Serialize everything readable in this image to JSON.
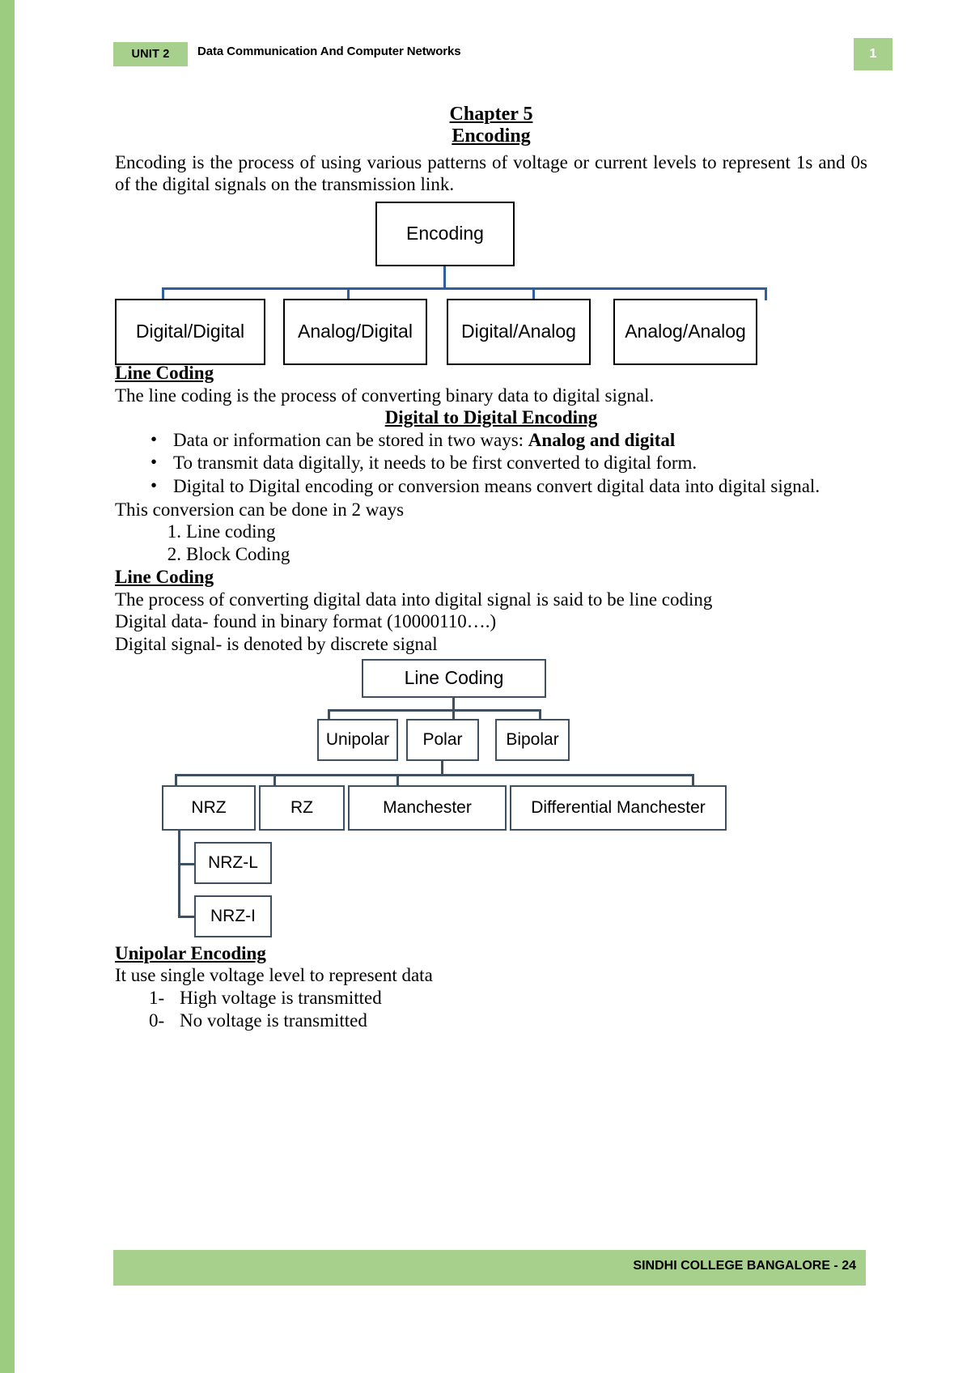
{
  "header": {
    "unit_badge": "UNIT 2",
    "title": "Data Communication And Computer Networks",
    "page_badge": "1"
  },
  "footer": {
    "text": "SINDHI COLLEGE BANGALORE - 24"
  },
  "colors": {
    "accent_green": "#a8d08d",
    "rail_green": "#9ccc7f",
    "connector_blue": "#2e5f9e",
    "connector_navy": "#3f5063",
    "box_border_black": "#000000"
  },
  "body": {
    "chapter_title": "Chapter 5",
    "chapter_subtitle": "Encoding",
    "intro_paragraph": "Encoding is the process of using various patterns of voltage or current levels to represent 1s and 0s of the digital signals on the transmission link.",
    "line_coding_heading_1": "Line Coding",
    "line_coding_text_1": "The line coding is the process of converting binary data to digital signal.",
    "digital_to_digital_heading": "Digital to Digital Encoding",
    "bullets": [
      {
        "text": "Data or information can be stored in two ways: ",
        "bold_tail": "Analog and digital"
      },
      {
        "text": "To transmit data digitally, it needs to be first converted to digital form.",
        "bold_tail": ""
      },
      {
        "text": "Digital to Digital encoding or conversion means convert digital data into digital signal.",
        "bold_tail": ""
      }
    ],
    "conversion_lead": "This conversion can be done in 2 ways",
    "numbered_items": [
      "Line coding",
      "Block Coding"
    ],
    "line_coding_heading_2": "Line Coding",
    "line_coding_text_2": " The process of converting digital data into digital signal is said to be line coding",
    "digital_data_text": "Digital data- found in binary format (10000110….)",
    "digital_signal_text": "Digital signal- is denoted by discrete signal",
    "unipolar_heading": "Unipolar Encoding",
    "unipolar_text": "It use single voltage level to represent data",
    "unipolar_items": [
      {
        "marker": "1-",
        "text": "High voltage is transmitted"
      },
      {
        "marker": "0-",
        "text": "No voltage is transmitted"
      }
    ]
  },
  "diagram_encoding": {
    "root": "Encoding",
    "leaves": [
      "Digital/Digital",
      "Analog/Digital",
      "Digital/Analog",
      "Analog/Analog"
    ]
  },
  "diagram_line_coding": {
    "root": "Line Coding",
    "level2": [
      "Unipolar",
      "Polar",
      "Bipolar"
    ],
    "level3": [
      "NRZ",
      "RZ",
      "Manchester",
      "Differential Manchester"
    ],
    "level4": [
      "NRZ-L",
      "NRZ-I"
    ]
  }
}
